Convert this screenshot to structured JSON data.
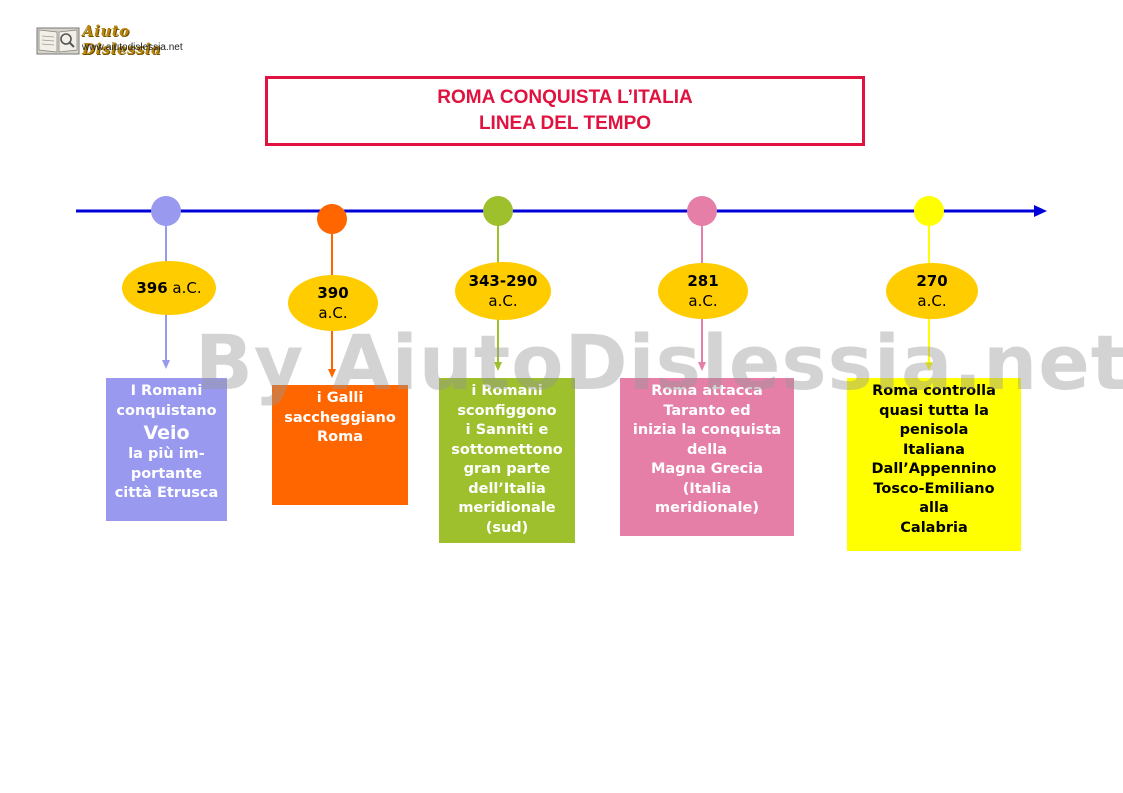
{
  "logo": {
    "title": "Aiuto Dislessia",
    "url": "www.aiutodislessia.net"
  },
  "title": {
    "line1": "ROMA CONQUISTA L’ITALIA",
    "line2": "LINEA DEL TEMPO"
  },
  "watermark": "By AiutoDislessia.net",
  "colors": {
    "axis": "#0000d8",
    "title": "#e0123f",
    "date_bubble": "#ffcc00",
    "event1": "#9999f0",
    "event2": "#ff6600",
    "event3": "#9dc02c",
    "event4": "#e57fa8",
    "event5": "#ffff00"
  },
  "events": [
    {
      "year": "396",
      "suffix": " a.C.",
      "lines": [
        "I Romani",
        "conquistano"
      ],
      "big": "Veio",
      "lines2": [
        "la più im-",
        "portante",
        "città Etrusca"
      ]
    },
    {
      "year": "390",
      "suffix": "a.C.",
      "lines": [
        "i Galli",
        "saccheggiano",
        "Roma"
      ]
    },
    {
      "year": "343-290",
      "suffix": "a.C.",
      "lines": [
        "i Romani",
        "sconfiggono",
        "i Sanniti e",
        "sottomettono",
        "gran parte",
        "dell’Italia",
        "meridionale",
        "(sud)"
      ]
    },
    {
      "year": "281",
      "suffix": "a.C.",
      "lines": [
        "Roma attacca",
        "Taranto ed",
        "inizia la conquista",
        "della",
        "Magna Grecia",
        "(Italia",
        "meridionale)"
      ]
    },
    {
      "year": "270",
      "suffix": "a.C.",
      "lines": [
        "Roma controlla",
        "quasi tutta la",
        "penisola",
        "Italiana",
        "Dall’Appennino",
        "Tosco-Emiliano",
        "alla",
        "Calabria"
      ]
    }
  ]
}
